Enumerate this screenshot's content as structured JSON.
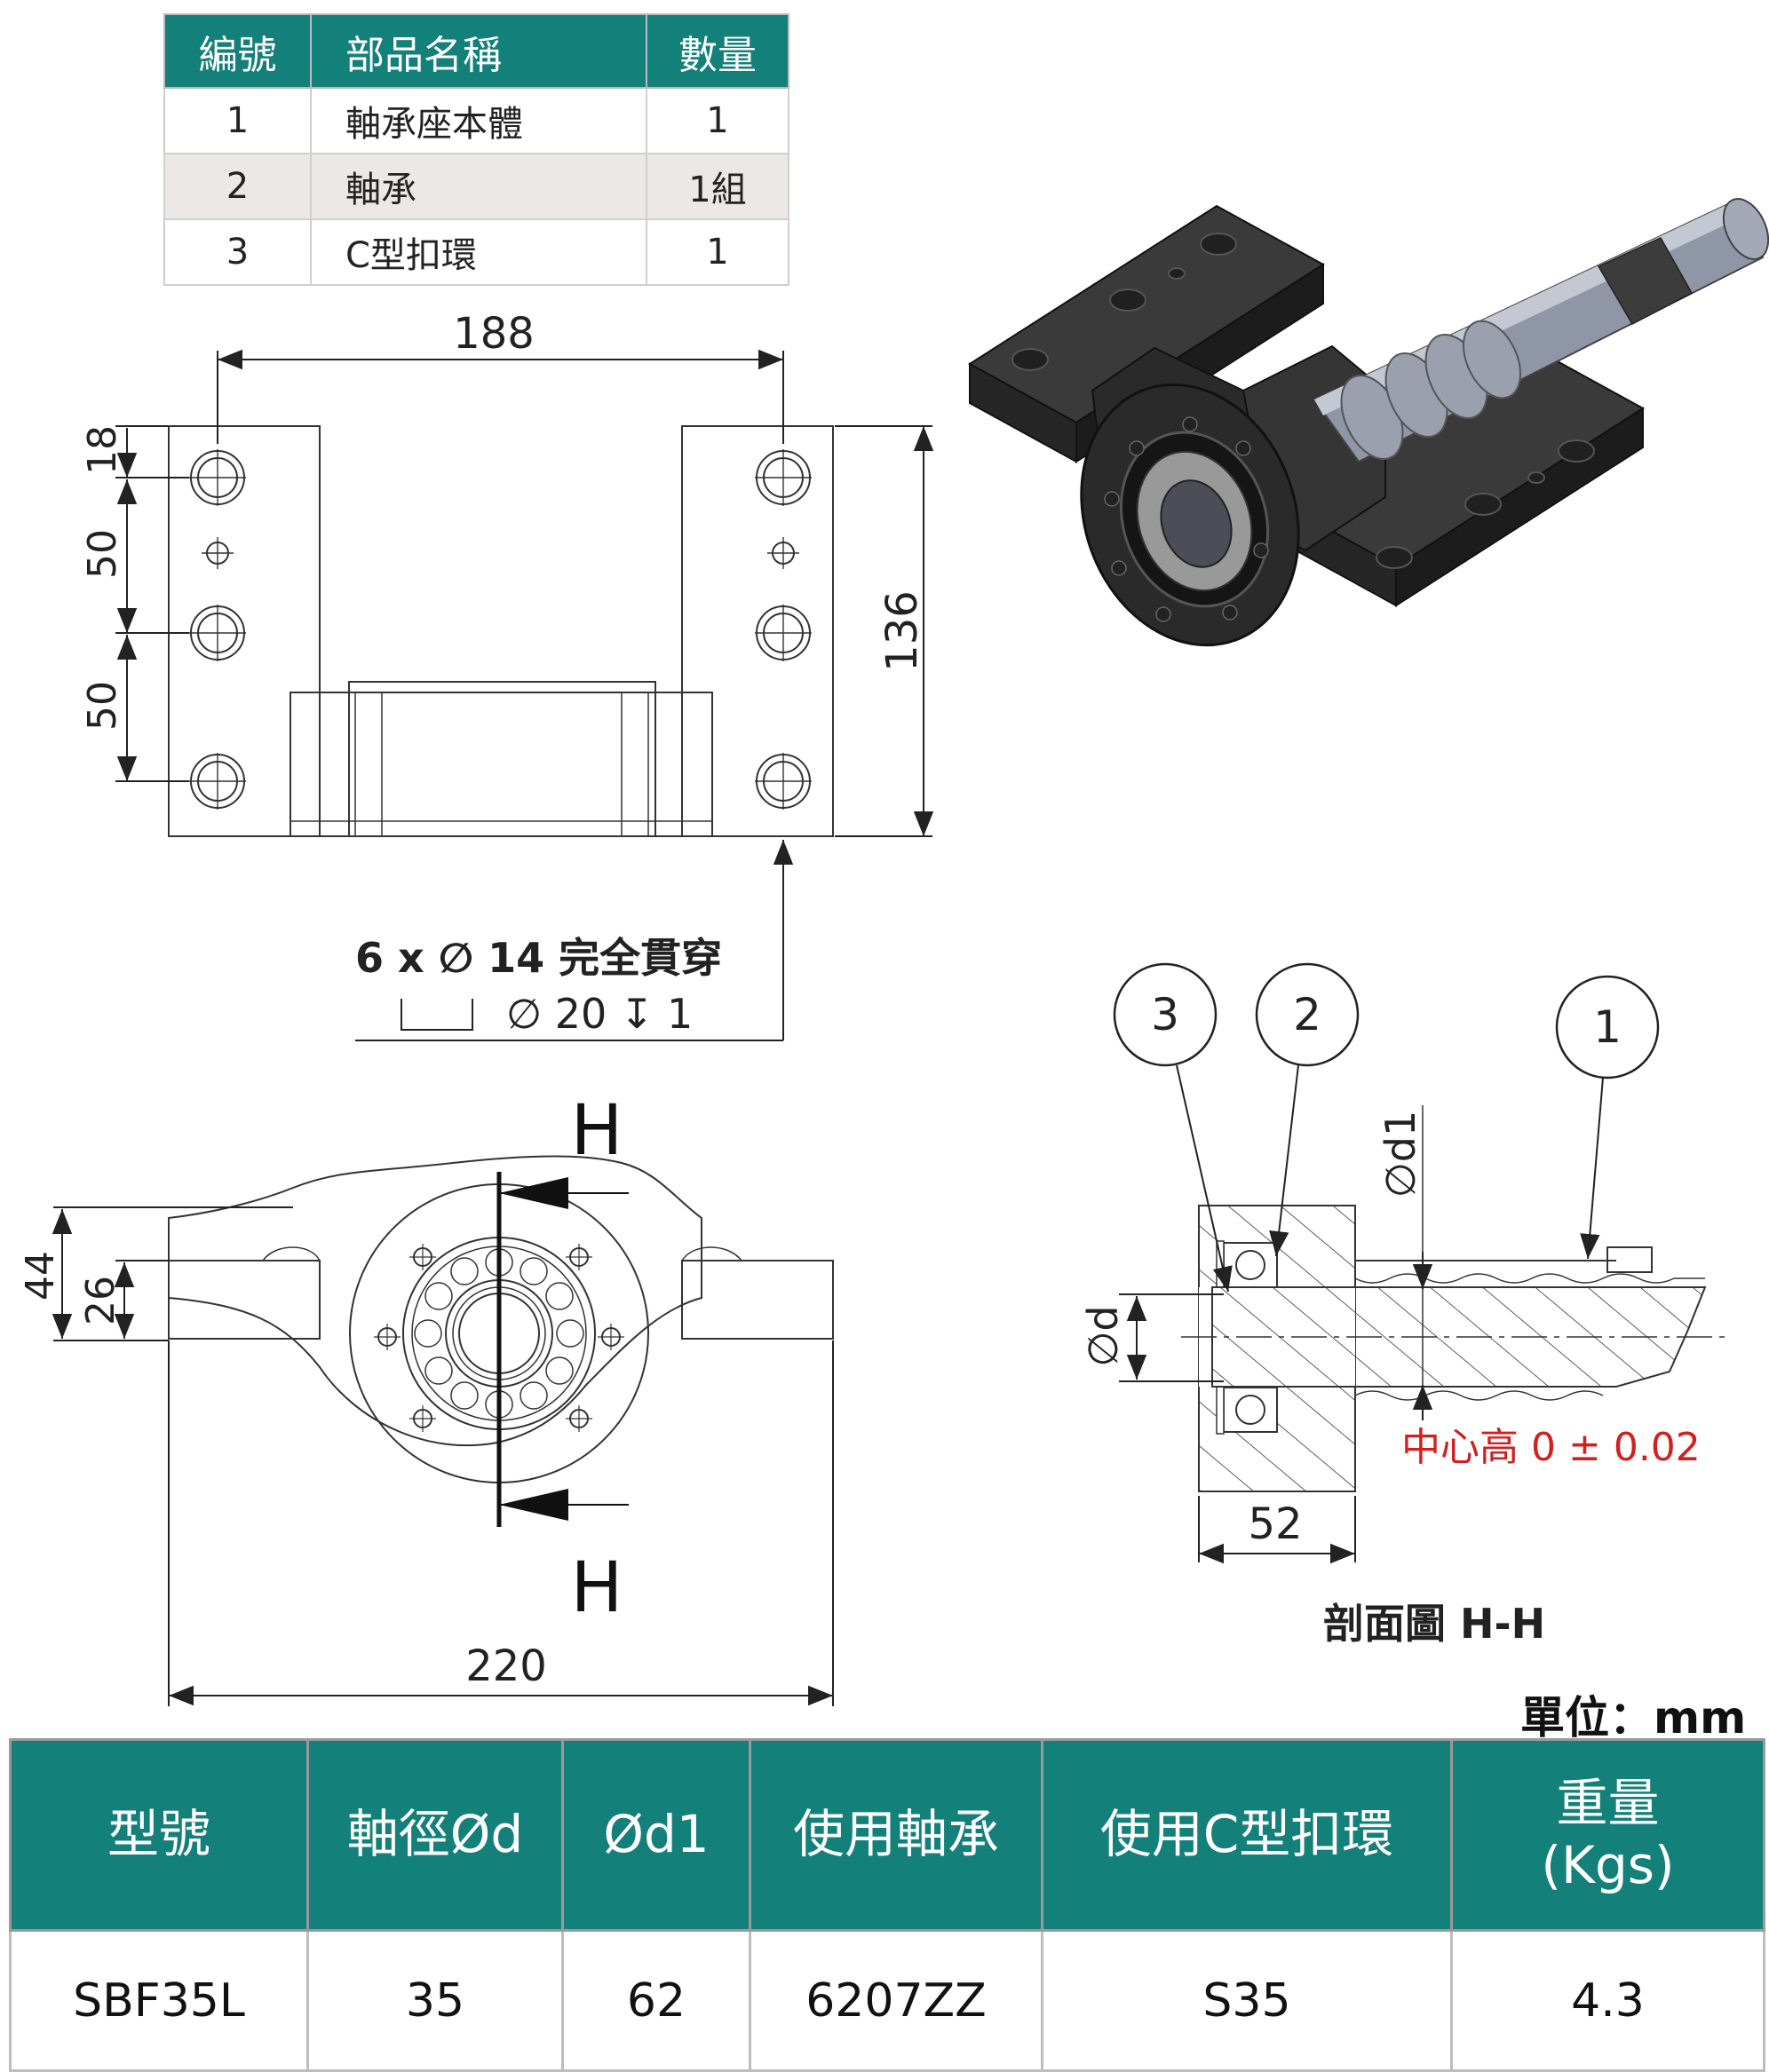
{
  "parts_table": {
    "headers": [
      "編號",
      "部品名稱",
      "數量"
    ],
    "rows": [
      [
        "1",
        "軸承座本體",
        "1"
      ],
      [
        "2",
        "軸承",
        "1組"
      ],
      [
        "3",
        "C型扣環",
        "1"
      ]
    ]
  },
  "top_view": {
    "dim_width": "188",
    "dim_height": "136",
    "dim_v1": "18",
    "dim_v2": "50",
    "dim_v3": "50",
    "hole_note_line1": "6 x ∅ 14 完全貫穿",
    "hole_note_line2": "∅ 20 ↧ 1"
  },
  "front_view": {
    "dim_width": "220",
    "dim_total_height": "44",
    "dim_center_height": "26",
    "section_mark_top": "H",
    "section_mark_bottom": "H"
  },
  "section_view": {
    "balloons": [
      "3",
      "2",
      "1"
    ],
    "label_d": "∅d",
    "label_d1": "∅d1",
    "dim_length": "52",
    "center_height_note": "中心高 0 ± 0.02",
    "caption": "剖面圖 H-H"
  },
  "unit_label": "單位：mm",
  "spec_table": {
    "headers": [
      "型號",
      "軸徑Ød",
      "Ød1",
      "使用軸承",
      "使用C型扣環",
      "重量\n(Kgs)"
    ],
    "rows": [
      [
        "SBF35L",
        "35",
        "62",
        "6207ZZ",
        "S35",
        "4.3"
      ]
    ]
  },
  "colors": {
    "header_teal": "#13807a",
    "alt_row": "#ebe8e6",
    "note_red": "#d21f1f",
    "body_dark": "#2f2f2f"
  }
}
